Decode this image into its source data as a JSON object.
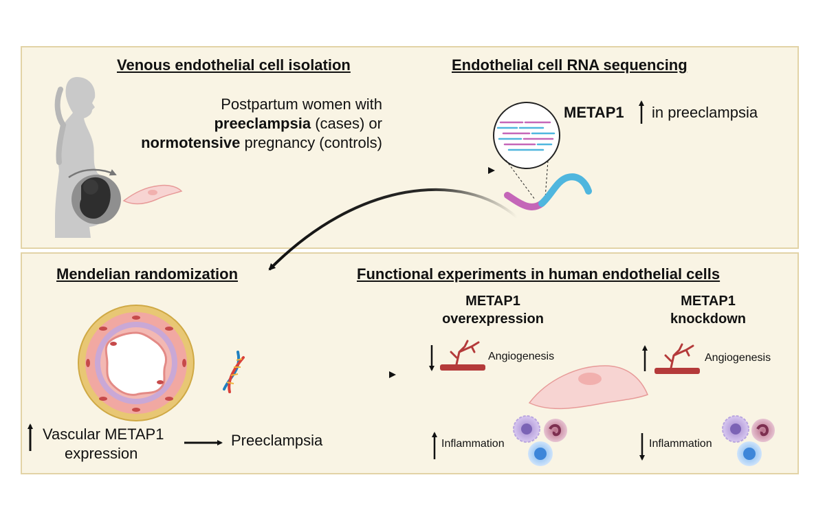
{
  "top_left": {
    "title": "Venous endothelial cell isolation",
    "line1": "Postpartum women with",
    "line2_bold": "preeclampsia",
    "line2_rest": " (cases) or",
    "line3_bold": "normotensive",
    "line3_rest": " pregnancy (controls)"
  },
  "top_right": {
    "title": "Endothelial cell RNA sequencing",
    "gene": "METAP1",
    "result": "in preeclampsia"
  },
  "bottom_left": {
    "title": "Mendelian randomization",
    "exposure_line1": "Vascular METAP1",
    "exposure_line2": "expression",
    "outcome": "Preeclampsia"
  },
  "bottom_right": {
    "title": "Functional experiments in human endothelial cells",
    "overexpression": {
      "line1": "METAP1",
      "line2": "overexpression",
      "angiogenesis": "Angiogenesis",
      "inflammation": "Inflammation"
    },
    "knockdown": {
      "line1": "METAP1",
      "line2": "knockdown",
      "angiogenesis": "Angiogenesis",
      "inflammation": "Inflammation"
    }
  },
  "colors": {
    "panel_bg": "#f9f4e4",
    "panel_border": "#e2d3a6",
    "rna_pink": "#c466b8",
    "rna_blue": "#4fb6de",
    "vessel_red": "#b43a3a",
    "cell_pink": "#f7d4d2",
    "arrow": "#111111"
  }
}
